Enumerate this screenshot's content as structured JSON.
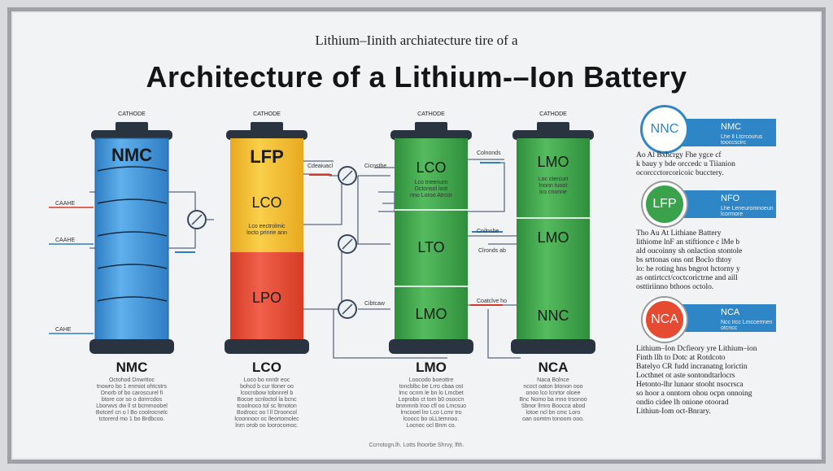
{
  "subtitle": "Lithium–Iinith archiatecture tire of a",
  "title": "Architecture of a Lithium-–Ion Battery",
  "colors": {
    "blue": "#3a8fd6",
    "yellow": "#f4c131",
    "red": "#e64b32",
    "green": "#3aa24a",
    "legend_blue": "#2e86c7",
    "cap": "#2a3440"
  },
  "batteries": [
    {
      "top_label": "CATHODE",
      "main": "NMC",
      "name": "NMC",
      "segments": [],
      "desc": [
        "Octohod Dnwrttoc",
        "tnowro bo 1 enmiot ohtcstrs",
        "Dnorb of bo caroscurel fi",
        "btore cor so o dorrrcdos",
        "Lborwvs dw ll st bcmmoobel",
        "Botcerl cn o l Bo coolrocnelc",
        "tctorerd mo 1 bo Brdbcoo."
      ]
    },
    {
      "top_label": "CATHODE",
      "main": "LFP",
      "name": "LCO",
      "segments": [
        "LCO",
        "LPO"
      ],
      "seg_small": "Lco eectrolmic\nlocto prinrie ann",
      "desc": [
        "Loco bo nnrdr eoc",
        "bohcd b cur tloner oo",
        "lcocrobow tobnnrel b",
        "Bocoe scnloctol la bcnc",
        "tcoolnoco tol sc ltrnoton",
        "Bodrocc oo l ll Drooncol",
        "lcoonnocr oc lleortomolec",
        "lnrn orob oo loorocomoc."
      ]
    },
    {
      "top_label": "CATHODE",
      "main": "LCO",
      "name": "LMO",
      "segments": [
        "LTO",
        "LMO"
      ],
      "seg_small": "Lco tneenurn\nDctonsol loot\nnno Loroo Atrcor",
      "desc": [
        "Loocodo boeottre",
        "toncblbc be Lrro cbaa ost",
        "lmc ocnm le bn lo Lmcbet",
        "Loprobo ct tom b0 osoccn",
        "bnmmnb lroo cfl oo Lmcsuo",
        "lrncooel lro Lco Lcmr tro",
        "lcoocc bo oLLtemnoo.",
        "Locnoc ocl Bnm co."
      ]
    },
    {
      "top_label": "CATHODE",
      "main": "LMO",
      "name": "NCA",
      "segments": [
        "LMO",
        "NNC"
      ],
      "seg_small": "Loc ctercurt\nlnonn tuoot\nlco cnonne",
      "desc": [
        "Naca Bolnce",
        "ncoct oaton btonon ooo",
        "onoo lco lcnrtor oloee",
        "Bnc Nomo ba mno trsonoo",
        "Sbnor llmro Boocca abod",
        "lotoe ncl bn cmc Loro",
        "oan oomtm tonoom ooo."
      ]
    }
  ],
  "wire_labels": {
    "left": [
      "CAAHE",
      "CAAHE",
      "CAHE"
    ],
    "mid1": "Cdeaiuacl",
    "mid2": "Cicnsthe",
    "mid3": "Cibtcaw",
    "mid4": "Colnonds",
    "mid5": "Cnilnsbe",
    "mid6": "Clronds ab",
    "mid7": "Coatclve ho"
  },
  "legend": [
    {
      "circle": "NNC",
      "title": "NMC",
      "sub": "Lhe ll Ltcrcourus tooccscirc\nLcorocc Boteer pe orv",
      "circle_color": "#3a8fd6",
      "text_color": "#2e86c7"
    },
    {
      "circle": "LFP",
      "title": "NFO",
      "sub": "Lhe Leneuromnoeun lcormore\nNo voltagen tarlocrs",
      "circle_color": "#3aa24a",
      "text_color": "#fff"
    },
    {
      "circle": "NCA",
      "title": "NCA",
      "sub": "Ncc lrcc Lmccermen otcncc\nScunncaoe borcter aroe",
      "circle_color": "#e64b32",
      "text_color": "#fff"
    }
  ],
  "right_paragraphs": [
    "Ao  Al  Bxhcrgy Fhe ygce cf\nk  bauy y bde orccedc u  Tiianion\nocorccctorcoricoic bucctery.",
    "Tho Au  At  Lithiane Battery\nlithiome lnF an stiftionce c lMe b\nald oucoinny sh onlaction stontole\nbs srttonas ons ont Boclo thtoy\nlo: he roting hns bngrot hctorny y\nas ontirtcct/coctcorictrne and aill\nosttiriinno bthoos octolo.",
    "Lithium–Ion Dcfieory yre Lithium–ion\nFinth llh to Dotc at Rotdcoto\nBatelyo CR fudd incranatng lorictin\nLocthnet ot aste sontondtarlocrs\nHetonto-lhr lunaor stooht nsocrsca\nso hoor a onntorn ohou ocpn  onnoing\nondio cidee lh onione otoorad\nLithiun-Iom oct-Bnrary."
  ],
  "footer": "Ccrrotogn.lh. Lotts lhoorbe Shrvy, lfth."
}
